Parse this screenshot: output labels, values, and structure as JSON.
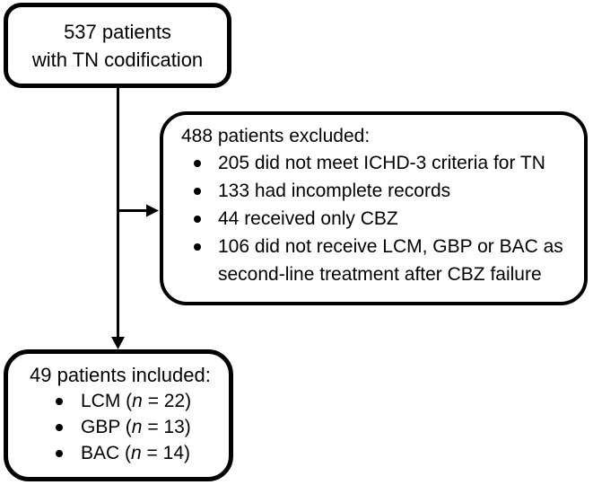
{
  "flowchart": {
    "top_box": {
      "line1": "537 patients",
      "line2": "with TN codification"
    },
    "excluded_box": {
      "title": "488 patients excluded:",
      "items": [
        "205 did not meet ICHD-3 criteria for TN",
        "133 had incomplete records",
        "44 received only CBZ",
        "106 did not receive LCM, GBP or BAC as second-line treatment after CBZ failure"
      ]
    },
    "included_box": {
      "title": "49 patients included:",
      "items": [
        {
          "prefix": "LCM (",
          "n": "n",
          "suffix": " = 22)"
        },
        {
          "prefix": "GBP (",
          "n": "n",
          "suffix": " = 13)"
        },
        {
          "prefix": "BAC (",
          "n": "n",
          "suffix": " = 14)"
        }
      ]
    },
    "colors": {
      "line": "#000000",
      "background": "#ffffff"
    }
  }
}
